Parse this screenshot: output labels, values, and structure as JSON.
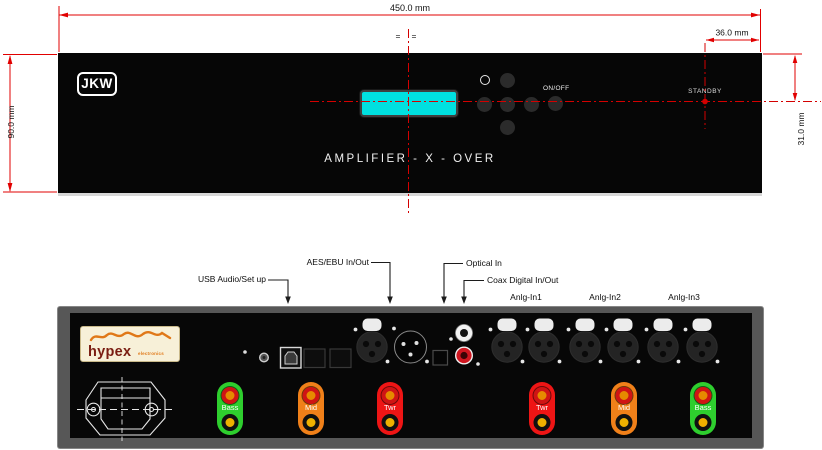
{
  "front": {
    "logo": "JKW",
    "model_label": "AMPLIFIER - X - OVER",
    "onoff_label": "ON/OFF",
    "standby_label": "STANDBY"
  },
  "dims": {
    "width": "450.0 mm",
    "height": "90.0 mm",
    "standby_x": "36.0 mm",
    "standby_y": "31.0 mm",
    "equal_mark": "="
  },
  "rear": {
    "brand": "hypex",
    "brand_sub": "electronics",
    "callouts": {
      "usb": "USB Audio/Set up",
      "aes": "AES/EBU In/Out",
      "optical": "Optical In",
      "coax": "Coax Digital In/Out"
    },
    "analog_inputs": [
      "Anlg-In1",
      "Anlg-In2",
      "Anlg-In3"
    ],
    "terminals": [
      {
        "label": "Bass",
        "color": "#2ece2e"
      },
      {
        "label": "Mid",
        "color": "#f08019"
      },
      {
        "label": "Twr",
        "color": "#ee1515"
      },
      {
        "label": "Twr",
        "color": "#ee1515"
      },
      {
        "label": "Mid",
        "color": "#f08019"
      },
      {
        "label": "Bass",
        "color": "#2ece2e"
      }
    ]
  },
  "colors": {
    "dimension_red": "#e10000",
    "centerline_red": "#d40000",
    "display_cyan": "#00e0e0",
    "panel_black": "#060606",
    "frame_gray": "#575757",
    "binding_post_red": "#d01414",
    "binding_post_yellow": "#eeb000",
    "hypex_orange": "#e07818",
    "hypex_maroon": "#7a1d12",
    "logo_cream": "#f7f0d8"
  }
}
